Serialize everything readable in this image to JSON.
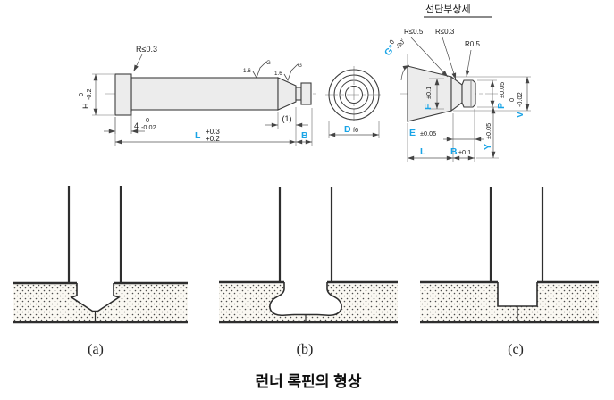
{
  "colors": {
    "accent": "#19a4e6",
    "line": "#3a3a3a"
  },
  "side_view": {
    "fillet_note": "R≤0.3",
    "h_dim": {
      "letter": "H",
      "upper": "0",
      "lower": "-0.2"
    },
    "head_dim": {
      "value": "4",
      "upper": "0",
      "lower": "-0.02"
    },
    "length_dim": {
      "letter": "L",
      "upper": "+0.3",
      "lower": "+0.2"
    },
    "taper_ref": "(1)",
    "b_letter": "B",
    "finish_left": {
      "value": "1.6",
      "grade": "G"
    },
    "finish_right": {
      "value": "1.6",
      "grade": "G"
    }
  },
  "end_view": {
    "letter": "D",
    "fit": "f6"
  },
  "detail_view": {
    "title": "선단부상세",
    "fillet_note_1": "R≤0.5",
    "fillet_note_2": "R≤0.3",
    "tip_radius": "R0.5",
    "angle_dim": {
      "letter": "G°",
      "upper": "0",
      "lower": "-30'"
    },
    "f_dim": {
      "letter": "F",
      "tol": "±0.1"
    },
    "p_dim": {
      "letter": "P",
      "tol": "±0.05"
    },
    "v_dim": {
      "letter": "V",
      "upper": "0",
      "lower": "-0.02"
    },
    "e_dim": {
      "letter": "E",
      "tol": "±0.05"
    },
    "l_letter": "L",
    "b_dim": {
      "letter": "B",
      "tol": "±0.1"
    },
    "y_dim": {
      "letter": "Y",
      "tol": "±0.05"
    }
  },
  "sections": {
    "a_label": "(a)",
    "b_label": "(b)",
    "c_label": "(c)"
  },
  "caption": "런너 록핀의 형상"
}
